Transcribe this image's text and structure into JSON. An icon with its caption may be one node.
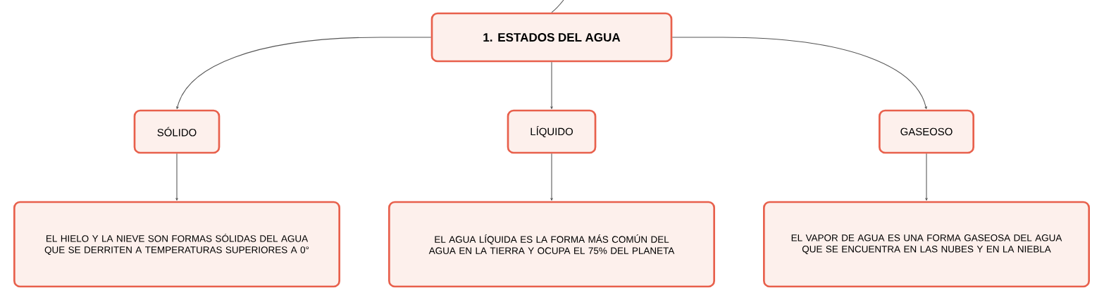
{
  "diagram": {
    "nodes": [
      {
        "text": [
          "1. ESTADOS DEL AGUA"
        ]
      },
      {
        "text": [
          "SÓLIDO"
        ]
      },
      {
        "text": [
          "LÍQUIDO"
        ]
      },
      {
        "text": [
          "GASEOSO"
        ]
      },
      {
        "text": [
          "EL HIELO Y LA NIEVE SON FORMAS SÓLIDAS DEL AGUA QUE SE DERRITEN A TEMPERATURAS SUPERIORES A 0°"
        ]
      },
      {
        "text": [
          "EL AGUA LÍQUIDA ES LA FORMA MÁS COMÚN DEL AGUA EN LA TIERRA Y OCUPA EL 75% DEL PLANETA"
        ]
      },
      {
        "text": [
          "EL VAPOR DE AGUA ES UNA FORMA GASEOSA DEL AGUA QUE SE ENCUENTRA EN LAS NUBES Y EN LA NIEBLA"
        ]
      }
    ],
    "edges": [
      {
        "from": null,
        "to": 0,
        "arrow": "none"
      },
      {
        "from": 0,
        "to": 1,
        "arrow": "to"
      },
      {
        "from": 0,
        "to": 2,
        "arrow": "to"
      },
      {
        "from": 0,
        "to": 3,
        "arrow": "to"
      },
      {
        "from": 1,
        "to": 4,
        "arrow": "to"
      },
      {
        "from": 2,
        "to": 5,
        "arrow": "to"
      },
      {
        "from": 3,
        "to": 6,
        "arrow": "to"
      }
    ]
  }
}
